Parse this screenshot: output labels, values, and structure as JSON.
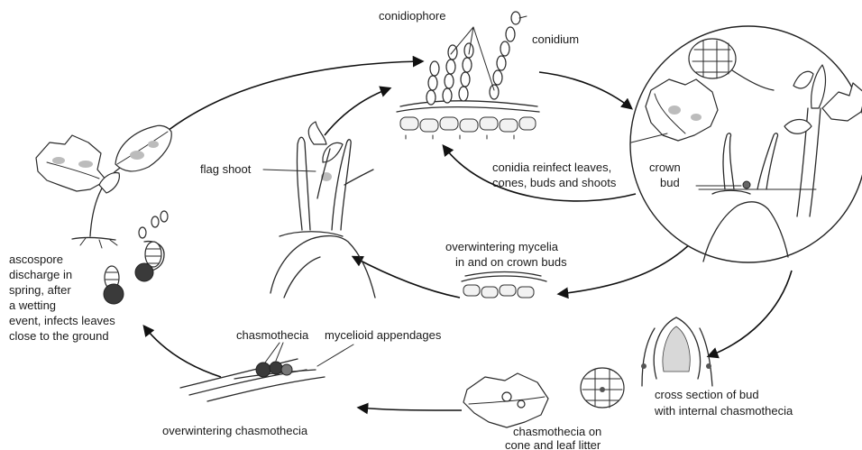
{
  "labels": {
    "conidiophore": "conidiophore",
    "conidium": "conidium",
    "reinfect_1": "conidia reinfect leaves,",
    "reinfect_2": "cones, buds and shoots",
    "crown_bud_1": "crown",
    "crown_bud_2": "bud",
    "flag_shoot": "flag shoot",
    "overwinter_myc_1": "overwintering mycelia",
    "overwinter_myc_2": "in and on crown buds",
    "ascospore_1": "ascospore",
    "ascospore_2": "discharge in",
    "ascospore_3": "spring, after",
    "ascospore_4": "a wetting",
    "ascospore_5": "event, infects leaves",
    "ascospore_6": "close to the ground",
    "chasmothecia": "chasmothecia",
    "mycelioid": "mycelioid appendages",
    "overwinter_chasmo": "overwintering chasmothecia",
    "cone_litter_1": "chasmothecia on",
    "cone_litter_2": "cone and leaf litter",
    "cross_section_1": "cross section of bud",
    "cross_section_2": "with internal chasmothecia"
  }
}
